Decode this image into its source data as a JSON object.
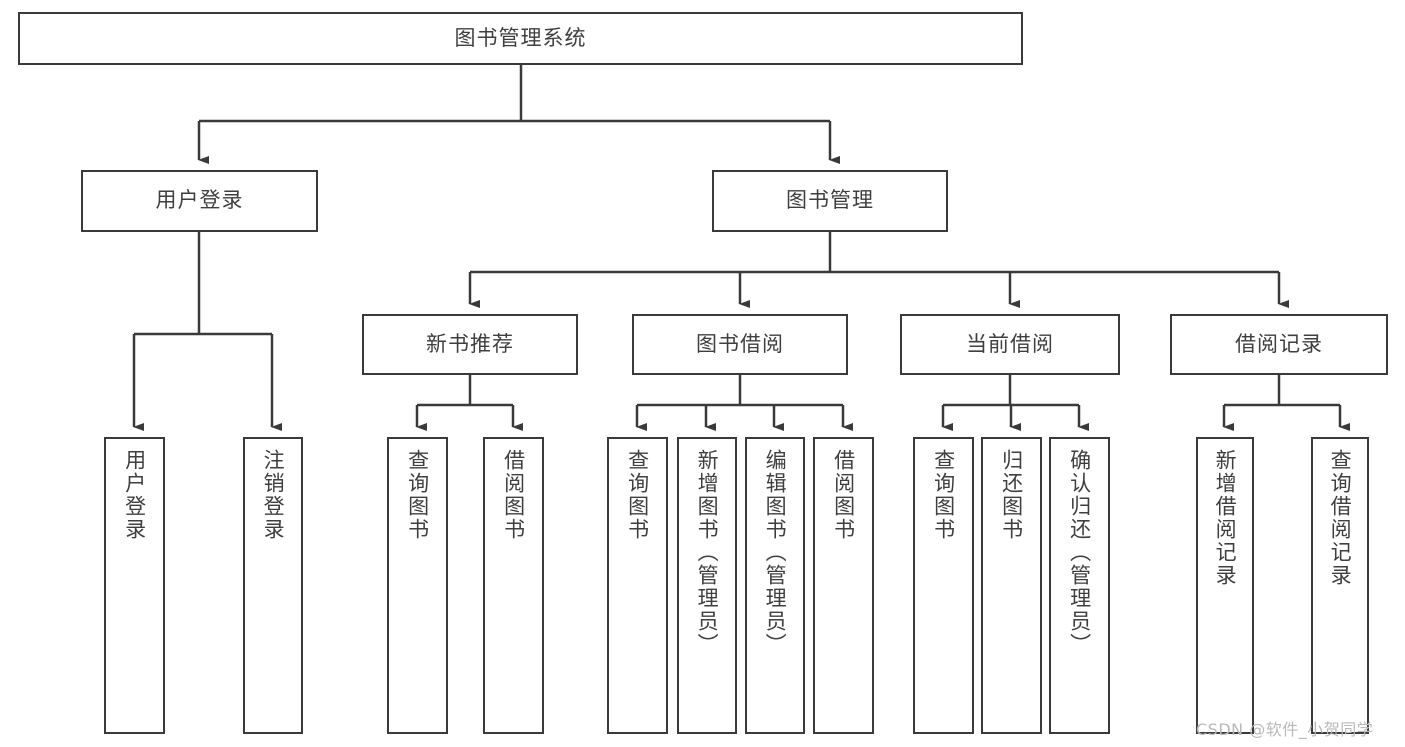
{
  "diagram": {
    "type": "tree-hierarchy",
    "orientation": "top-down",
    "title": "图书管理系统",
    "stroke_color": "#3a3a3a",
    "fill_color": "#ffffff",
    "text_color": "#3f3f3f",
    "watermark": "CSDN @软件_小贺同学"
  },
  "levels": {
    "root": {
      "label": "图书管理系统"
    },
    "level2": [
      {
        "label": "用户登录"
      },
      {
        "label": "图书管理"
      }
    ],
    "level3": [
      {
        "label": "新书推荐"
      },
      {
        "label": "图书借阅"
      },
      {
        "label": "当前借阅"
      },
      {
        "label": "借阅记录"
      }
    ],
    "leaves": {
      "user_login": [
        {
          "label": "用户登录"
        },
        {
          "label": "注销登录"
        }
      ],
      "new_book_recommend": [
        {
          "label": "查询图书"
        },
        {
          "label": "借阅图书"
        }
      ],
      "book_borrow": [
        {
          "label": "查询图书"
        },
        {
          "label": "新增图书（管理员）"
        },
        {
          "label": "编辑图书（管理员）"
        },
        {
          "label": "借阅图书"
        }
      ],
      "current_borrow": [
        {
          "label": "查询图书"
        },
        {
          "label": "归还图书"
        },
        {
          "label": "确认归还（管理员）"
        }
      ],
      "borrow_record": [
        {
          "label": "新增借阅记录"
        },
        {
          "label": "查询借阅记录"
        }
      ]
    }
  }
}
